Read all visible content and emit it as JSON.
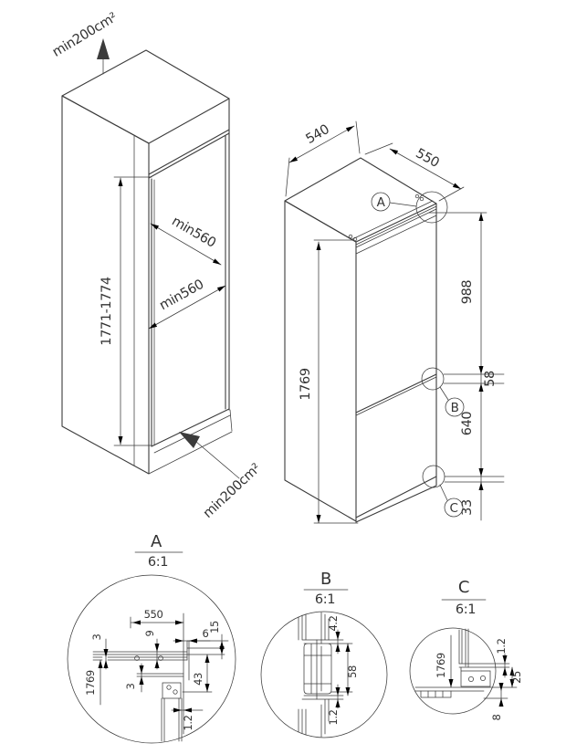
{
  "accent_color": "#3b3b3b",
  "background_color": "#ffffff",
  "cabinet_view": {
    "vent_top_label": "min200cm²",
    "vent_bottom_label": "min200cm²",
    "niche_depth_label": "min560",
    "niche_width_label": "min560",
    "niche_height_label": "1771-1774"
  },
  "appliance_view": {
    "width_label": "540",
    "depth_label": "550",
    "height_label": "1769",
    "upper_section_label": "988",
    "hinge_gap_label": "58",
    "lower_section_label": "640",
    "bottom_gap_label": "33",
    "callout_a": "A",
    "callout_b": "B",
    "callout_c": "C"
  },
  "details": {
    "a": {
      "title": "A",
      "scale": "6:1",
      "dims": {
        "depth": "550",
        "panel_thickness": "3",
        "top_gap": "9",
        "front_offset": "6",
        "overhang": "15",
        "height_ref": "1769",
        "clearance": "3",
        "bracket_height": "43",
        "door_gap": "1.2"
      }
    },
    "b": {
      "title": "B",
      "scale": "6:1",
      "dims": {
        "door_gap_top": "4.2",
        "hinge_height": "58",
        "door_gap_bottom": "1.2"
      }
    },
    "c": {
      "title": "C",
      "scale": "6:1",
      "dims": {
        "door_gap": "1.2",
        "bracket_offset": "25",
        "height_ref": "1769",
        "plinth_gap": "8"
      }
    }
  }
}
